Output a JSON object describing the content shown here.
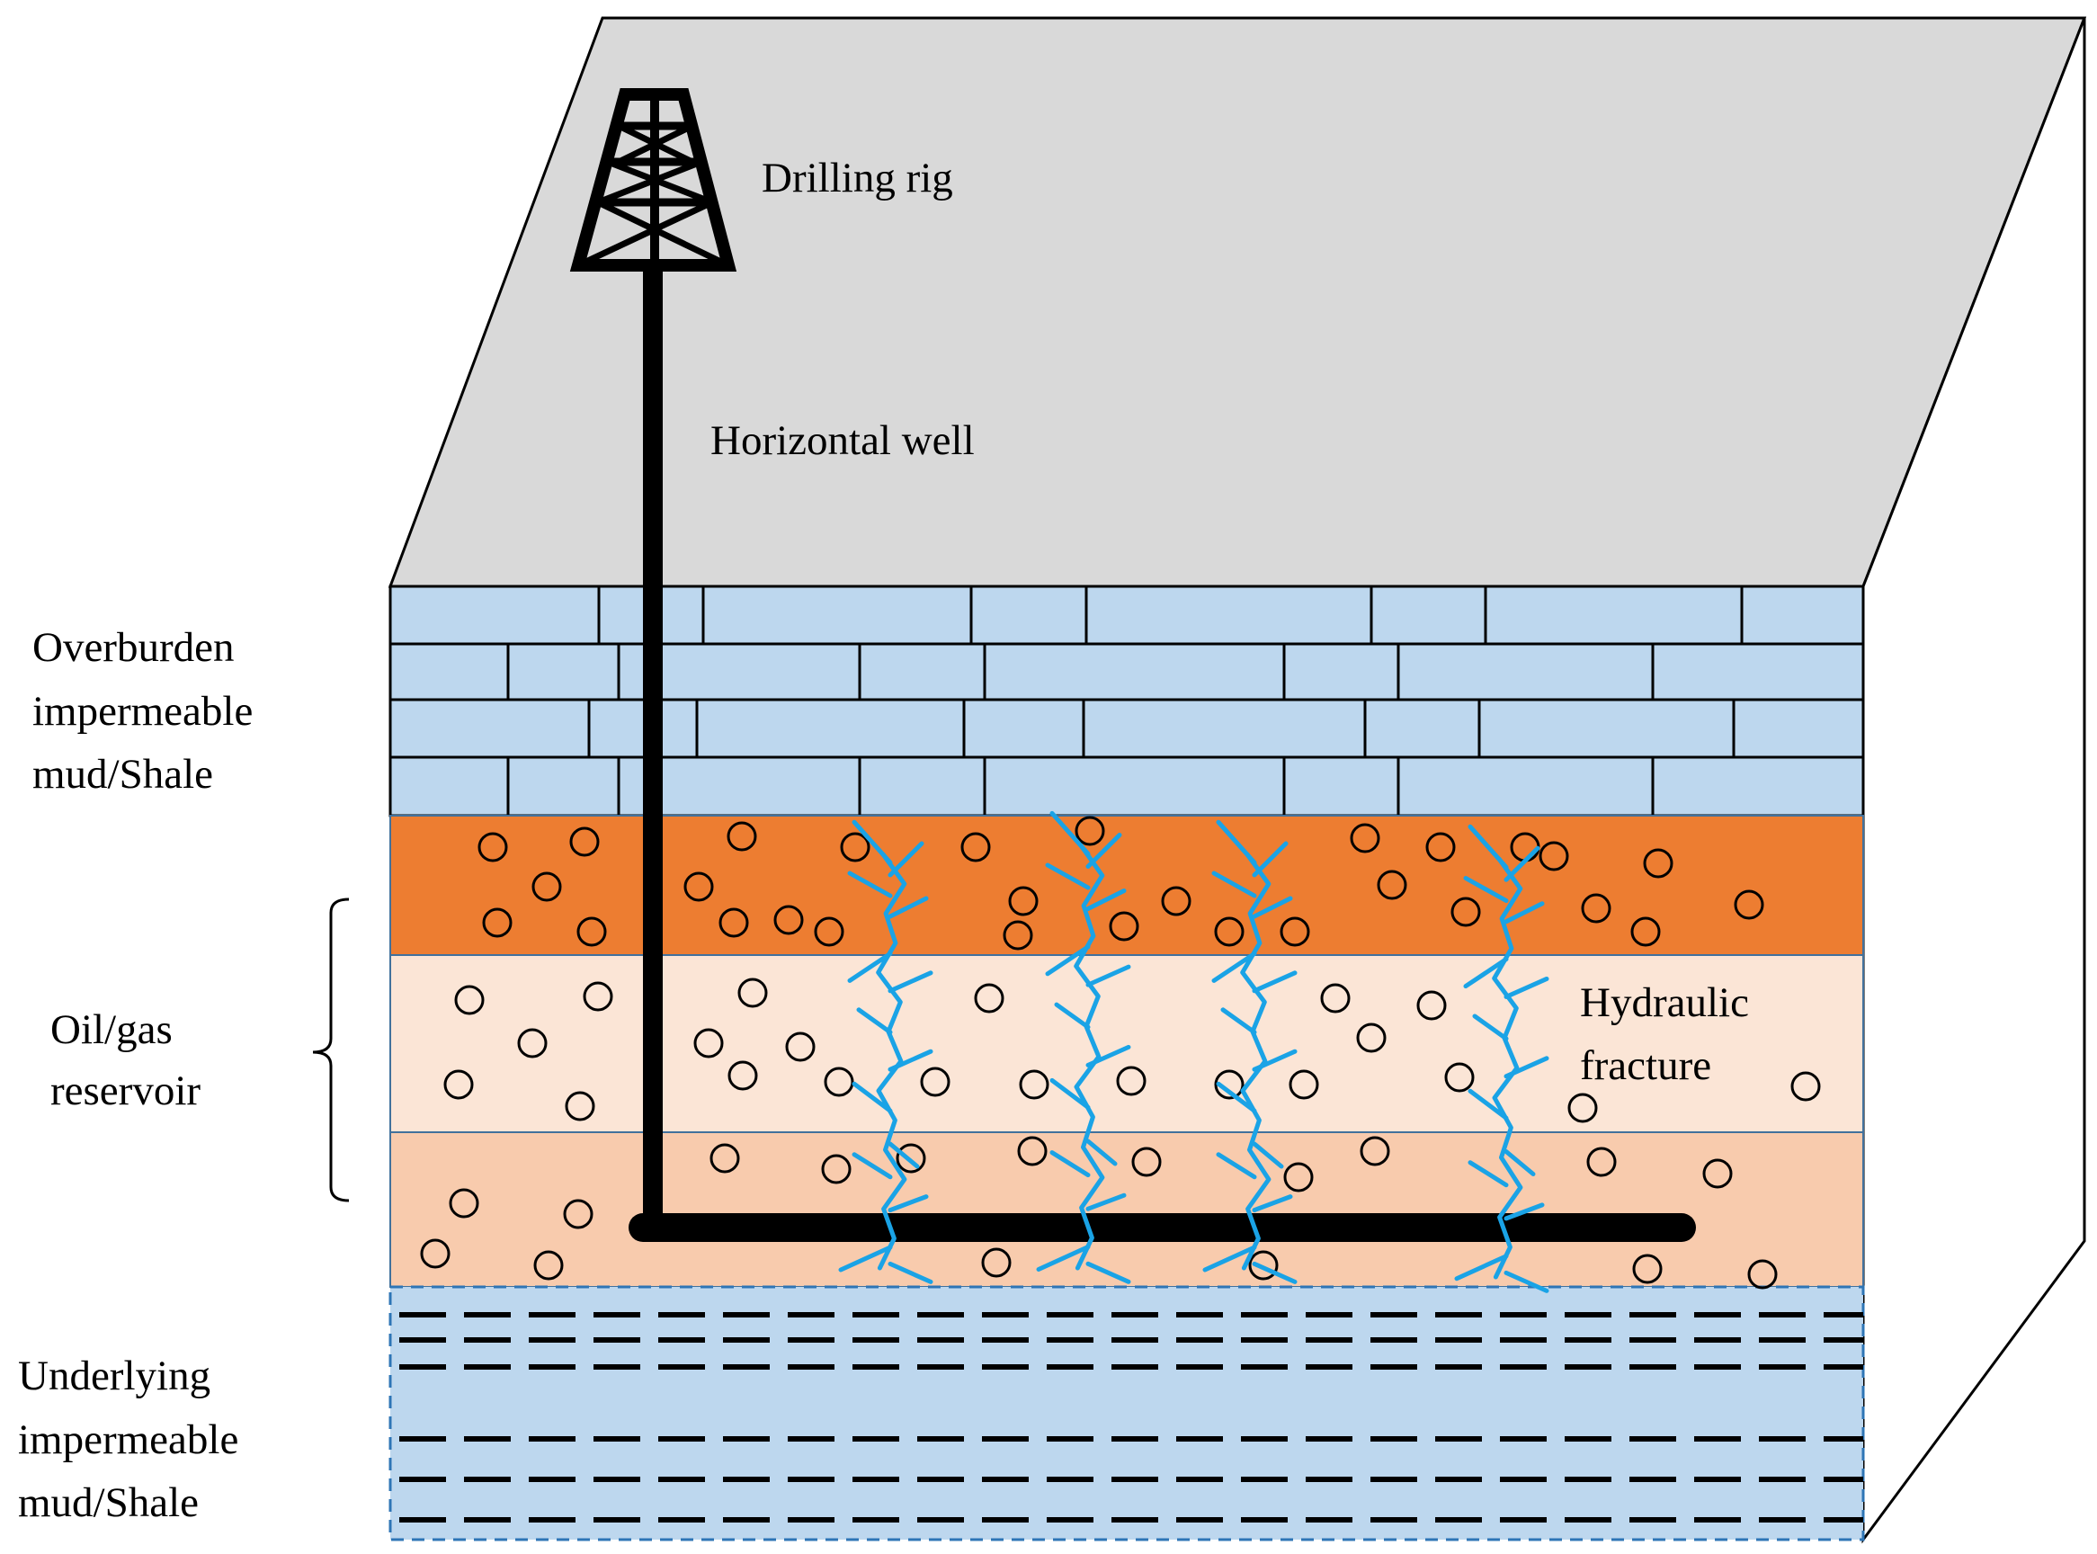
{
  "labels": {
    "drilling_rig": "Drilling rig",
    "horizontal_well": "Horizontal well",
    "overburden": [
      "Overburden",
      "impermeable",
      "mud/Shale"
    ],
    "reservoir": [
      "Oil/gas",
      "reservoir"
    ],
    "fracture": [
      "Hydraulic",
      "fracture"
    ],
    "underlying": [
      "Underlying",
      "impermeable",
      "mud/Shale"
    ]
  },
  "colors": {
    "surface": "#d9d9d9",
    "shale_brick": "#bdd7ee",
    "reservoir_top": "#ed7d31",
    "reservoir_middle": "#fbe5d6",
    "reservoir_bottom": "#f8cbad",
    "underlying": "#bdd7ee",
    "fracture": "#1aa3e6",
    "well": "#000000"
  },
  "icons": {
    "rig": "drilling-rig-icon",
    "pores": "pore-circle-icon",
    "fractures": "fracture-branch-icon"
  }
}
